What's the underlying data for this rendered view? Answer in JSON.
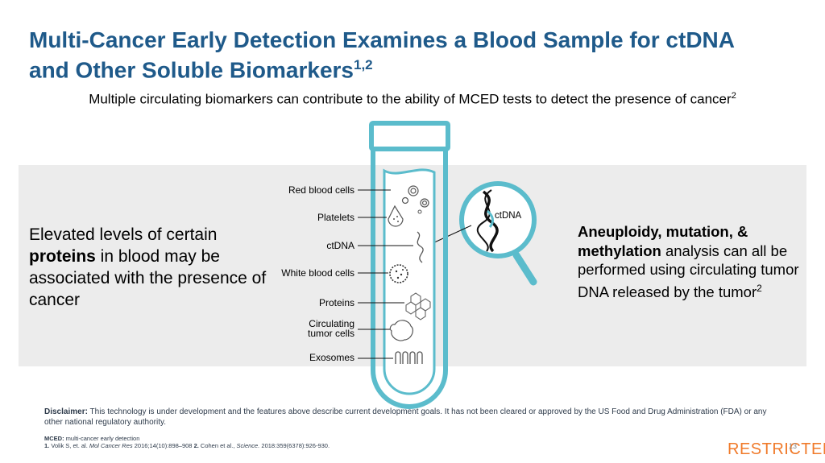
{
  "title": {
    "line1": "Multi-Cancer Early Detection Examines a Blood Sample for ctDNA",
    "line2": "and Other Soluble Biomarkers",
    "sup": "1,2"
  },
  "subtitle": {
    "text": "Multiple circulating biomarkers can contribute to the ability of MCED tests to detect the presence of cancer",
    "sup": "2"
  },
  "left_panel": {
    "part1": "Elevated levels of certain ",
    "bold": "proteins",
    "part2": " in blood may be associated with the  presence of cancer"
  },
  "right_panel": {
    "bold": "Aneuploidy, mutation, & methylation",
    "part2": " analysis can all be performed using circulating tumor DNA released by the tumor",
    "sup": "2"
  },
  "tube_labels": {
    "red_blood_cells": "Red blood cells",
    "platelets": "Platelets",
    "ctdna": "ctDNA",
    "white_blood_cells": "White blood cells",
    "proteins": "Proteins",
    "ctc_line1": "Circulating",
    "ctc_line2": "tumor cells",
    "exosomes": "Exosomes",
    "magnifier_label": "ctDNA"
  },
  "footer": {
    "disclaimer_label": "Disclaimer:",
    "disclaimer_text": " This technology is under development and the features above describe current development goals. It has not been cleared or approved by the US Food and Drug Administration (FDA) or any other national regulatory authority.",
    "abbrev_label": "MCED:",
    "abbrev_text": " multi-cancer early detection",
    "ref1_num": "1.",
    "ref1_a": " Volik S, et. al. ",
    "ref1_journal": "Mol Cancer Res",
    "ref1_b": " 2016;14(10):898–908 ",
    "ref2_num": "2.",
    "ref2_a": " Cohen et al., ",
    "ref2_journal": "Science.",
    "ref2_b": " 2018:359(6378):926-930."
  },
  "classification": "RESTRICTED",
  "page_number": "13",
  "colors": {
    "title": "#1f5a8a",
    "tube": "#5bbccc",
    "band": "#ececec",
    "restricted": "#f07a2a"
  }
}
